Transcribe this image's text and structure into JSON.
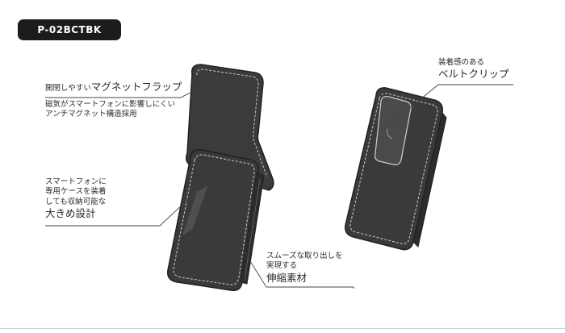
{
  "badge": {
    "model": "P-02BCTBK"
  },
  "callouts": {
    "flap": {
      "line1_small": "開閉しやすい",
      "line1_large": "マグネットフラップ",
      "line2": "磁気がスマートフォンに影響しにくい",
      "line3": "アンチマグネット構造採用"
    },
    "size": {
      "line1": "スマートフォンに",
      "line2": "専用ケースを装着",
      "line3": "しても収納可能な",
      "line4": "大きめ設計"
    },
    "stretch": {
      "line1": "スムーズな取り出しを",
      "line2": "実現する",
      "line3": "伸縮素材"
    },
    "clip": {
      "line1": "装着感のある",
      "line2": "ベルトクリップ"
    }
  },
  "colors": {
    "case_body": "#3a3a3a",
    "case_edge": "#2a2a2a",
    "stitch": "#cfcfcf",
    "badge_bg": "#1c1c1c"
  }
}
